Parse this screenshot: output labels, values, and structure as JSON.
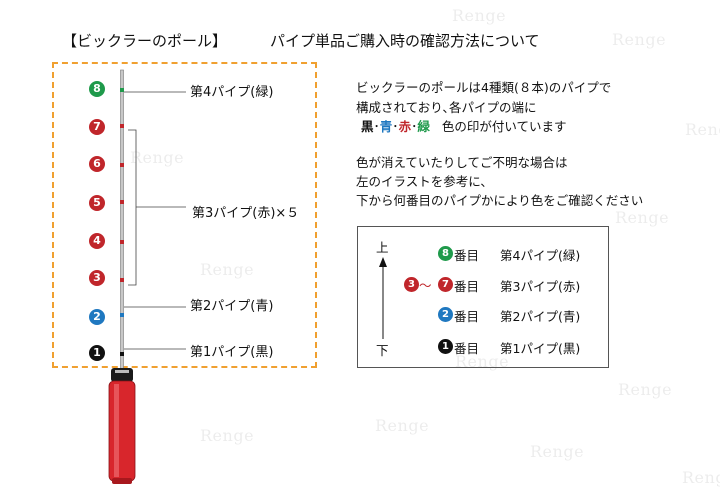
{
  "header": {
    "left": "【ビックラーのポール】",
    "right": "パイプ単品ご購入時の確認方法について"
  },
  "watermark": "Renge",
  "colors": {
    "green": "#1f9a4b",
    "red": "#c0262b",
    "blue": "#1f78c0",
    "black": "#111111",
    "frame": "#f0a030",
    "handle": "#d8262c"
  },
  "pole": {
    "badges": [
      {
        "num": "8",
        "color": "green"
      },
      {
        "num": "7",
        "color": "red"
      },
      {
        "num": "6",
        "color": "red"
      },
      {
        "num": "5",
        "color": "red"
      },
      {
        "num": "4",
        "color": "red"
      },
      {
        "num": "3",
        "color": "red"
      },
      {
        "num": "2",
        "color": "blue"
      },
      {
        "num": "1",
        "color": "black"
      }
    ],
    "labels": {
      "pipe4": "第4パイプ(緑)",
      "pipe3": "第3パイプ(赤)×５",
      "pipe2": "第2パイプ(青)",
      "pipe1": "第1パイプ(黒)"
    }
  },
  "description": {
    "line1": "ビックラーのポールは4種類(８本)のパイプで",
    "line2": "構成されており､各パイプの端に",
    "color_black": "黒",
    "sep": "･",
    "color_blue": "青",
    "color_red": "赤",
    "color_green": "緑",
    "line3_tail": "色の印が付いています",
    "line4": "色が消えていたりしてご不明な場合は",
    "line5": "左のイラストを参考に、",
    "line6": "下から何番目のパイプかにより色をご確認ください"
  },
  "legend": {
    "top": "上",
    "bottom": "下",
    "banme": "番目",
    "tilde": "〜",
    "rows": [
      {
        "badge": "8",
        "color": "green",
        "pipe": "第4パイプ(緑)"
      },
      {
        "badge_from": "3",
        "badge_to": "7",
        "color": "red",
        "pipe": "第3パイプ(赤)"
      },
      {
        "badge": "2",
        "color": "blue",
        "pipe": "第2パイプ(青)"
      },
      {
        "badge": "1",
        "color": "black",
        "pipe": "第1パイプ(黒)"
      }
    ]
  }
}
